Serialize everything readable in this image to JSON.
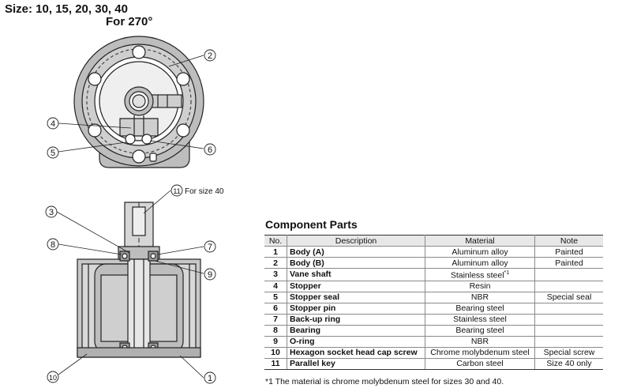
{
  "header": {
    "size_title": "Size: 10, 15, 20, 30, 40",
    "for_label": "For 270°"
  },
  "drawing": {
    "callouts": [
      "2",
      "4",
      "5",
      "6",
      "11",
      "3",
      "8",
      "7",
      "9",
      "10",
      "1"
    ],
    "size_note": "For size 40"
  },
  "parts": {
    "title": "Component Parts",
    "columns": [
      "No.",
      "Description",
      "Material",
      "Note"
    ],
    "rows": [
      {
        "no": "1",
        "description": "Body (A)",
        "material": "Aluminum alloy",
        "note": "Painted"
      },
      {
        "no": "2",
        "description": "Body (B)",
        "material": "Aluminum alloy",
        "note": "Painted"
      },
      {
        "no": "3",
        "description": "Vane shaft",
        "material": "Stainless steel",
        "material_sup": "*1",
        "note": ""
      },
      {
        "no": "4",
        "description": "Stopper",
        "material": "Resin",
        "note": ""
      },
      {
        "no": "5",
        "description": "Stopper seal",
        "material": "NBR",
        "note": "Special seal"
      },
      {
        "no": "6",
        "description": "Stopper pin",
        "material": "Bearing steel",
        "note": ""
      },
      {
        "no": "7",
        "description": "Back-up ring",
        "material": "Stainless steel",
        "note": ""
      },
      {
        "no": "8",
        "description": "Bearing",
        "material": "Bearing steel",
        "note": ""
      },
      {
        "no": "9",
        "description": "O-ring",
        "material": "NBR",
        "note": ""
      },
      {
        "no": "10",
        "description": "Hexagon socket head cap screw",
        "material": "Chrome molybdenum steel",
        "note": "Special screw"
      },
      {
        "no": "11",
        "description": "Parallel key",
        "material": "Carbon steel",
        "note": "Size 40 only"
      }
    ],
    "footnote": "*1 The material is chrome molybdenum steel for sizes 30 and 40."
  }
}
